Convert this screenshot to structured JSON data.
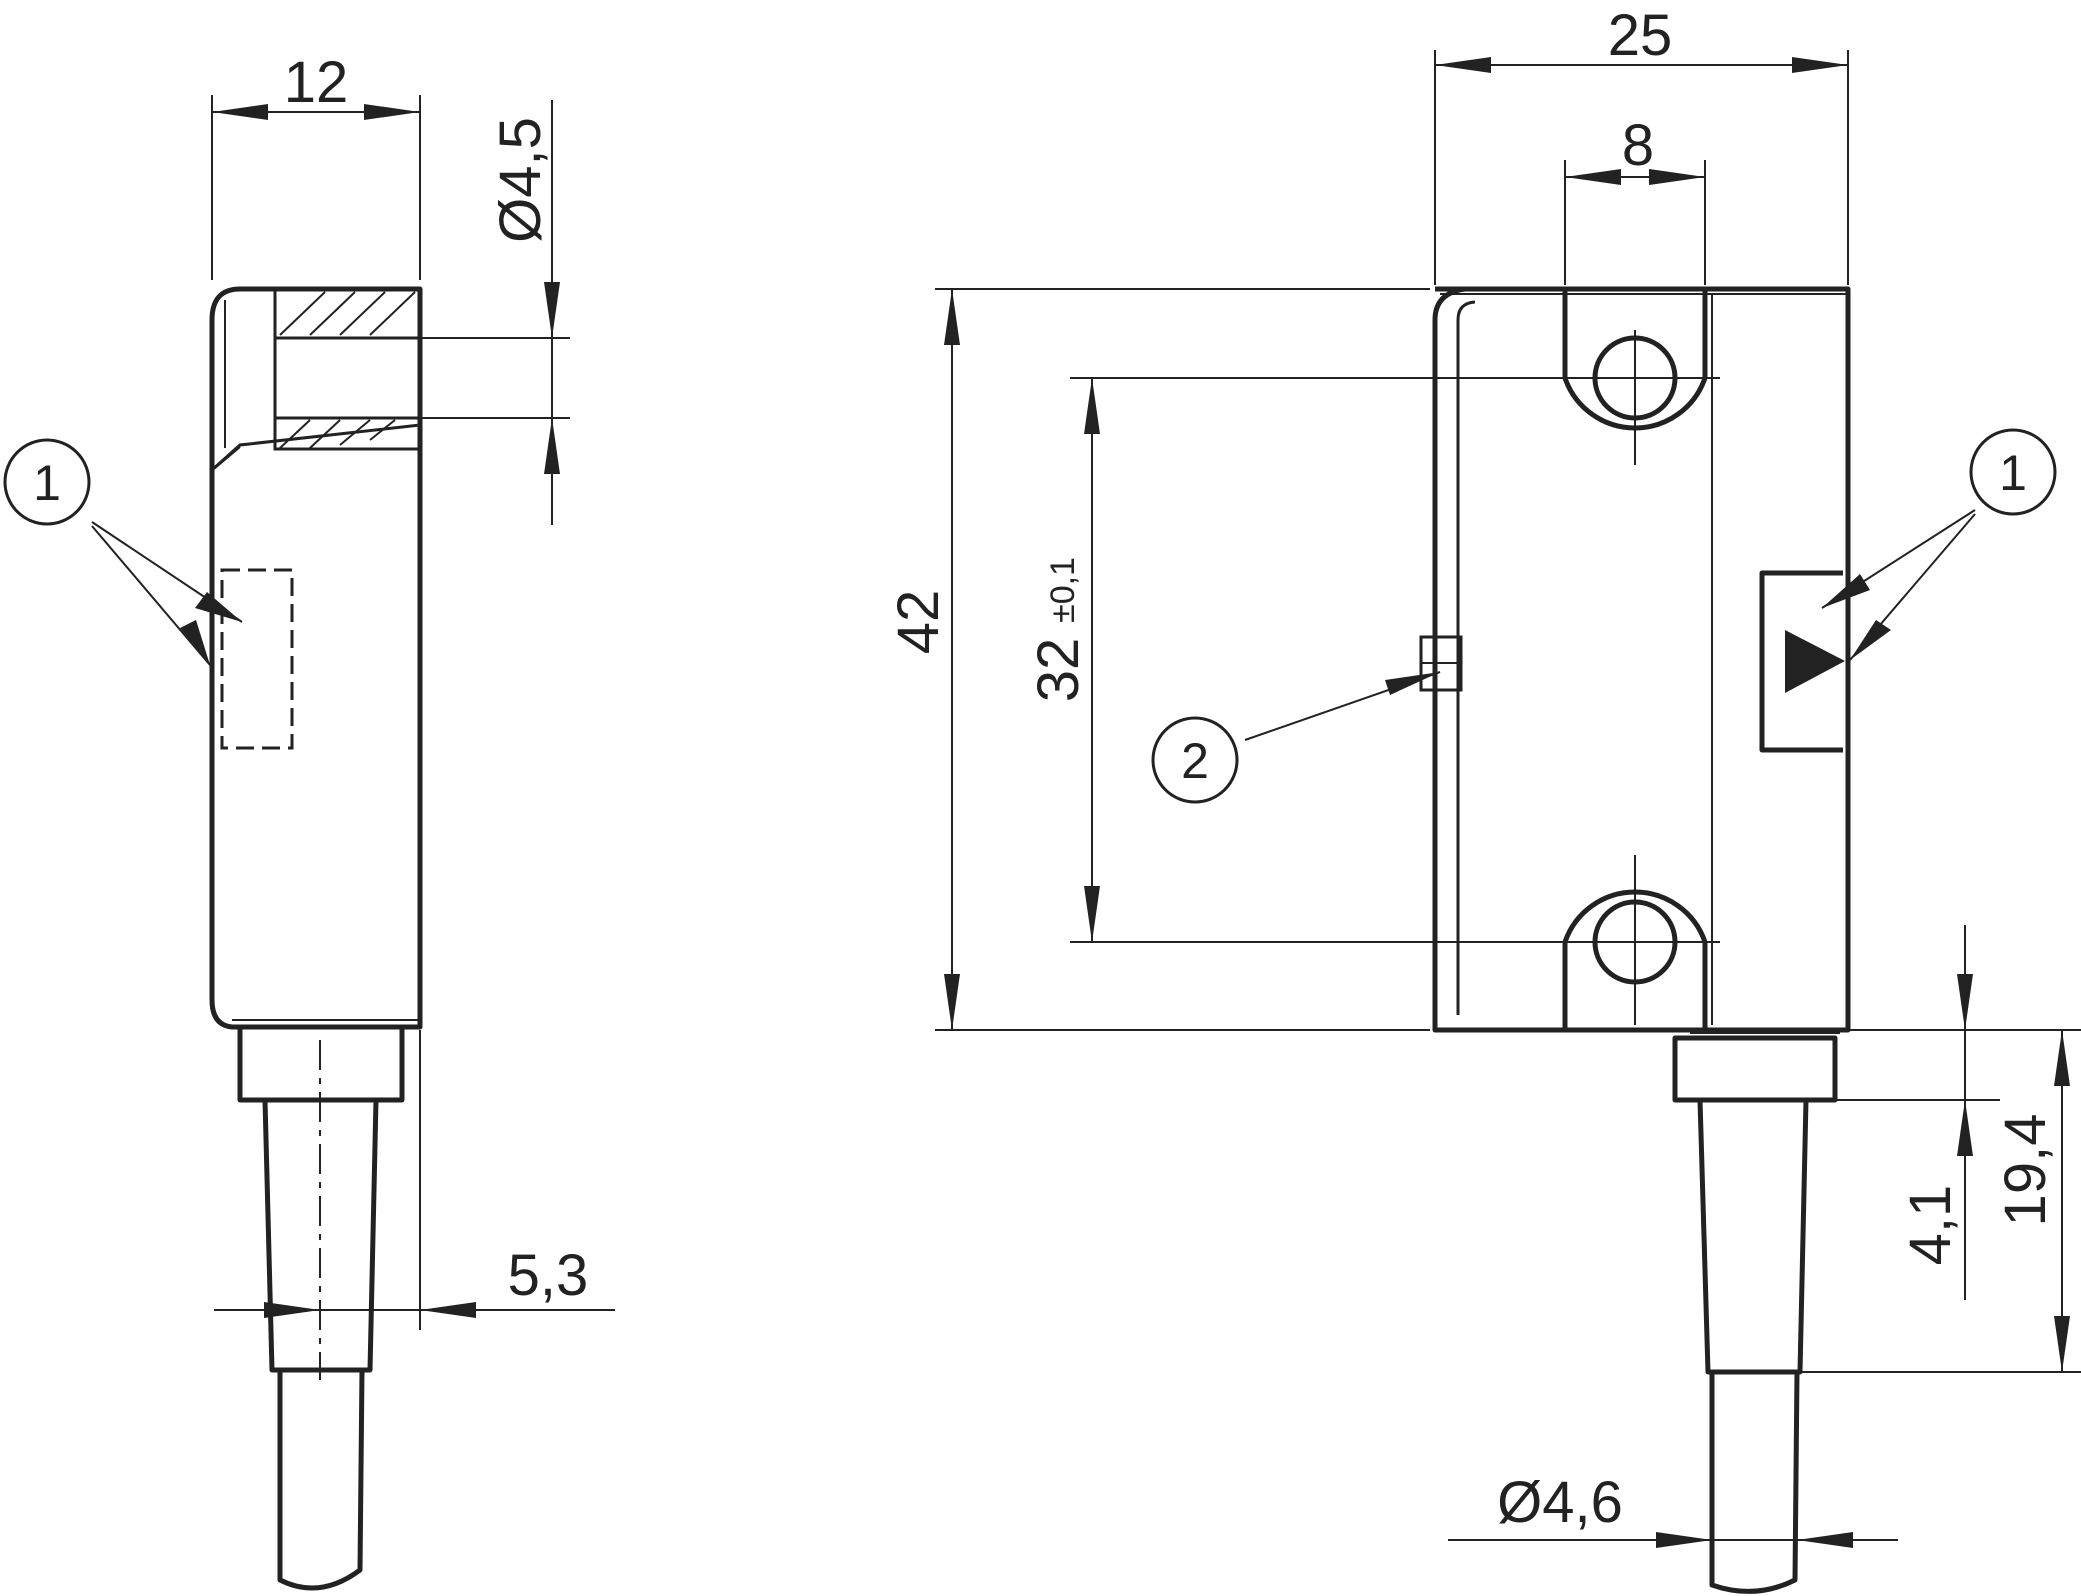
{
  "dimensions": {
    "side_width": "12",
    "side_bore": "Ø4,5",
    "side_cable_offset": "5,3",
    "front_width": "25",
    "front_slot": "8",
    "front_height": "42",
    "front_hole_spacing": "32",
    "front_hole_tolerance": "±0,1",
    "cable_nut_height": "4,1",
    "cable_length": "19,4",
    "cable_diameter": "Ø4,6"
  },
  "callouts": {
    "sensing_face": "1",
    "led": "2"
  },
  "colors": {
    "line": "#222222",
    "background": "#ffffff"
  }
}
